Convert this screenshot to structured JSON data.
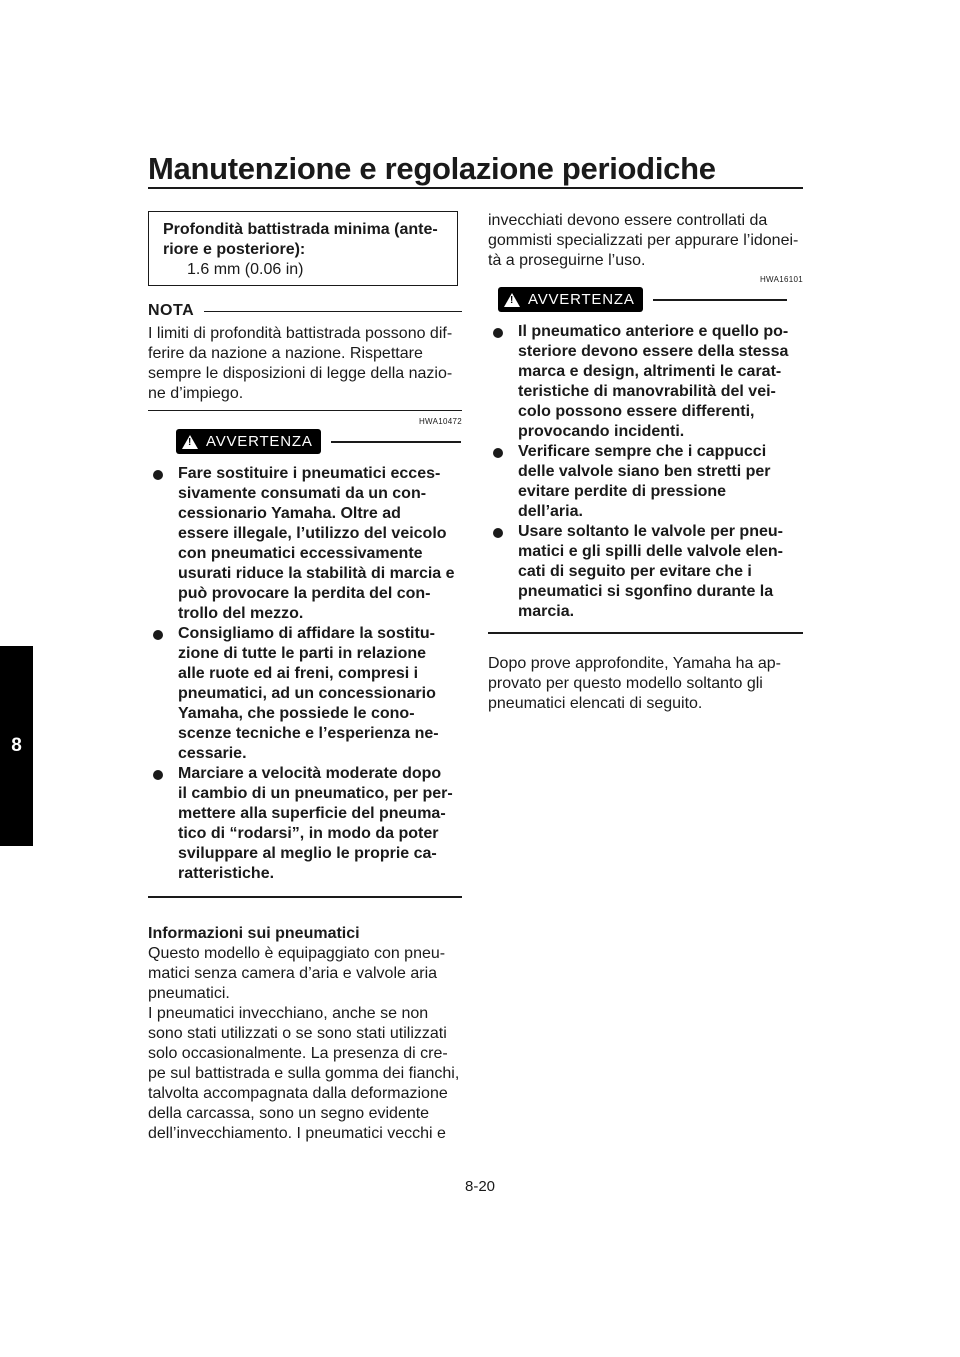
{
  "header": {
    "title": "Manutenzione e regolazione periodiche"
  },
  "chapter_tab": "8",
  "spec_box": {
    "label_line1": "Profondità battistrada minima (ante-",
    "label_line2": "riore e posteriore):",
    "value": "1.6 mm (0.06 in)"
  },
  "nota": {
    "label": "NOTA",
    "lines": [
      "I limiti di profondità battistrada possono dif-",
      "ferire da nazione a nazione. Rispettare",
      "sempre le disposizioni di legge della nazio-",
      "ne d’impiego."
    ]
  },
  "warning1": {
    "code": "HWA10472",
    "label": "AVVERTENZA",
    "bullets": [
      [
        "Fare sostituire i pneumatici ecces-",
        "sivamente consumati da un con-",
        "cessionario Yamaha. Oltre ad",
        "essere illegale, l’utilizzo del veicolo",
        "con pneumatici eccessivamente",
        "usurati riduce la stabilità di marcia e",
        "può provocare la perdita del con-",
        "trollo del mezzo."
      ],
      [
        "Consigliamo di affidare la sostitu-",
        "zione di tutte le parti in relazione",
        "alle ruote ed ai freni, compresi i",
        "pneumatici, ad un concessionario",
        "Yamaha, che possiede le cono-",
        "scenze tecniche e l’esperienza ne-",
        "cessarie."
      ],
      [
        "Marciare a velocità moderate dopo",
        "il cambio di un pneumatico, per per-",
        "mettere alla superficie del pneuma-",
        "tico di “rodarsi”, in modo da poter",
        "sviluppare al meglio le proprie ca-",
        "ratteristiche."
      ]
    ]
  },
  "tire_info": {
    "heading": "Informazioni sui pneumatici",
    "lines": [
      "Questo modello è equipaggiato con pneu-",
      "matici senza camera d’aria e valvole aria",
      "pneumatici.",
      "I pneumatici invecchiano, anche se non",
      "sono stati utilizzati o se sono stati utilizzati",
      "solo occasionalmente. La presenza di cre-",
      "pe sul battistrada e sulla gomma dei fianchi,",
      "talvolta accompagnata dalla deformazione",
      "della carcassa, sono un segno evidente",
      "dell’invecchiamento. I pneumatici vecchi e"
    ]
  },
  "right_intro": {
    "lines": [
      "invecchiati devono essere controllati da",
      "gommisti specializzati per appurare l’idonei-",
      "tà a proseguirne l’uso."
    ]
  },
  "warning2": {
    "code": "HWA16101",
    "label": "AVVERTENZA",
    "bullets": [
      [
        "Il pneumatico anteriore e quello po-",
        "steriore devono essere della stessa",
        "marca e design, altrimenti le carat-",
        "teristiche di manovrabilità del vei-",
        "colo possono essere differenti,",
        "provocando incidenti."
      ],
      [
        "Verificare sempre che i cappucci",
        "delle valvole siano ben stretti per",
        "evitare perdite di pressione",
        "dell’aria."
      ],
      [
        "Usare soltanto le valvole per pneu-",
        "matici e gli spilli delle valvole elen-",
        "cati di seguito per evitare che i",
        "pneumatici si sgonfino durante la",
        "marcia."
      ]
    ]
  },
  "right_outro": {
    "lines": [
      "Dopo prove approfondite, Yamaha ha ap-",
      "provato per questo modello soltanto gli",
      "pneumatici elencati di seguito."
    ]
  },
  "footer": {
    "page_number": "8-20"
  }
}
